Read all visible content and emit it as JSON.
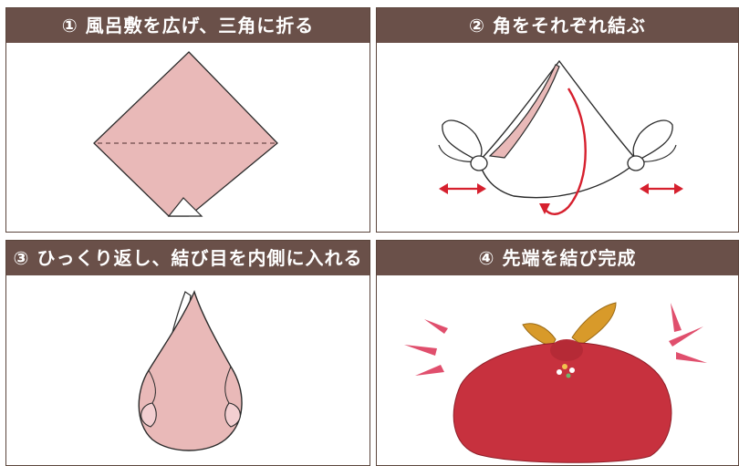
{
  "steps": [
    {
      "title": "① 風呂敷を広げ、三角に折る"
    },
    {
      "title": "② 角をそれぞれ結ぶ"
    },
    {
      "title": "③ ひっくり返し、結び目を内側に入れる"
    },
    {
      "title": "④ 先端を結び完成"
    }
  ],
  "colors": {
    "header_bg": "#6a5049",
    "header_text": "#ffffff",
    "cloth_pink": "#e9b9b8",
    "outline": "#2b2b2b",
    "arrow_red": "#d6202e",
    "finished_red": "#c7313e",
    "burst_pink": "#e04f6d",
    "knot_gold": "#d89a2a"
  }
}
